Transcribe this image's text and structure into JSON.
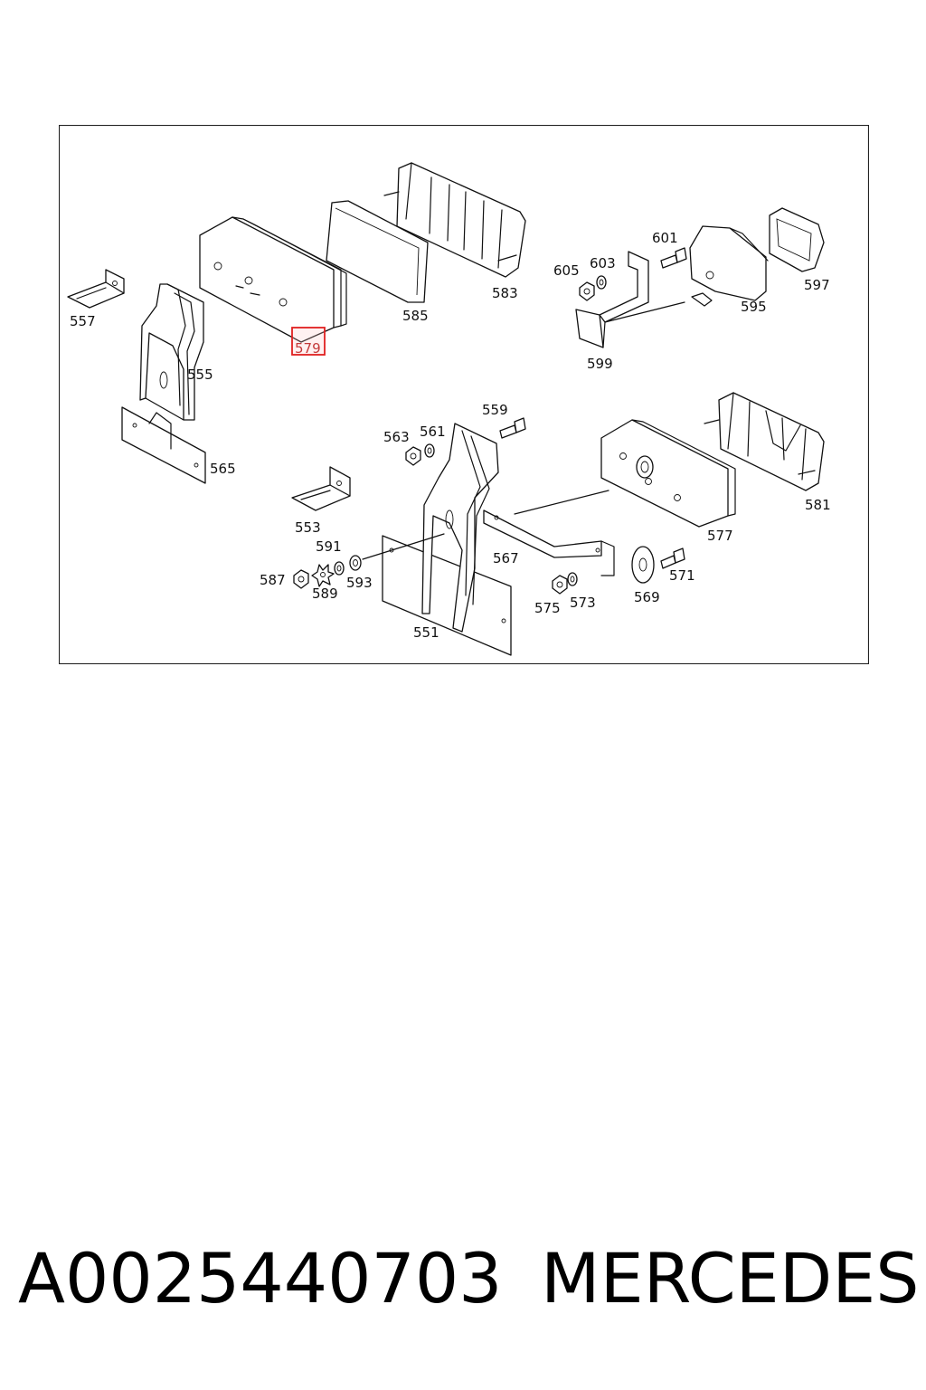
{
  "diagram": {
    "highlighted_part": "579",
    "labels": {
      "p551": "551",
      "p553": "553",
      "p555": "555",
      "p557": "557",
      "p559": "559",
      "p561": "561",
      "p563": "563",
      "p565": "565",
      "p567": "567",
      "p569": "569",
      "p571": "571",
      "p573": "573",
      "p575": "575",
      "p577": "577",
      "p579": "579",
      "p581": "581",
      "p583": "583",
      "p585": "585",
      "p587": "587",
      "p589": "589",
      "p591": "591",
      "p593": "593",
      "p595": "595",
      "p597": "597",
      "p599": "599",
      "p601": "601",
      "p603": "603",
      "p605": "605"
    },
    "colors": {
      "line": "#111111",
      "highlight": "#e02020",
      "frame": "#222222"
    }
  },
  "footer": {
    "part_number": "A0025440703",
    "brand": "MERCEDES"
  }
}
